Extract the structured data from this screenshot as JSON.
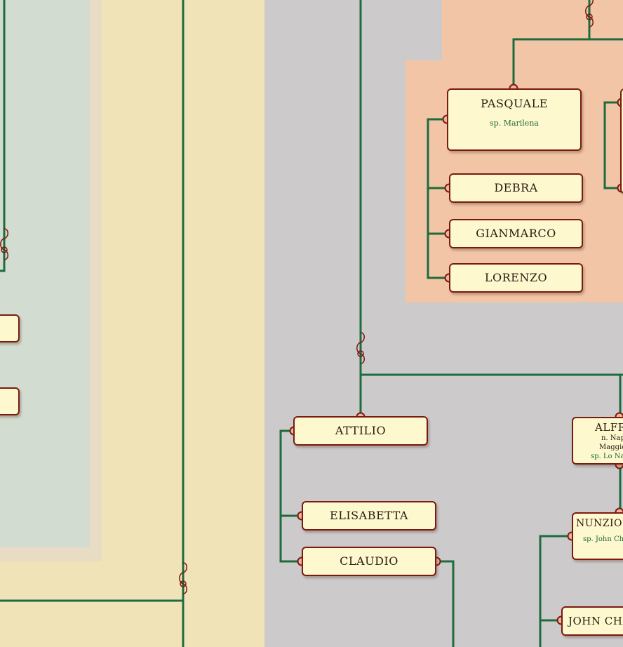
{
  "colors": {
    "background": "#cdcacc",
    "connector": "#1e6b3e",
    "card_fill": "#fdf8ce",
    "card_border": "#7a1a12",
    "node_fill": "#f2b59b",
    "region_blue": "#d3dcd0",
    "region_beige": "#e8dcc4",
    "region_yellow": "#f0e3b8",
    "region_orange": "#f1c5a5"
  },
  "people": {
    "pasquale": {
      "name": "PASQUALE",
      "spouse": "sp. Marilena"
    },
    "debra": {
      "name": "DEBRA"
    },
    "gianmarco": {
      "name": "GIANMARCO"
    },
    "lorenzo": {
      "name": "LORENZO"
    },
    "attilio": {
      "name": "ATTILIO"
    },
    "elisabetta": {
      "name": "ELISABETTA"
    },
    "claudio": {
      "name": "CLAUDIO"
    },
    "alfredo": {
      "name": "ALFRE",
      "line1": "n. Napo",
      "line2": "Maggio",
      "line3": "sp. Lo Naze"
    },
    "nunzio": {
      "name": "NUNZIO A",
      "spouse": "sp. John Char"
    },
    "john": {
      "name": "JOHN CHA"
    }
  },
  "marriage_symbol": "⚭"
}
